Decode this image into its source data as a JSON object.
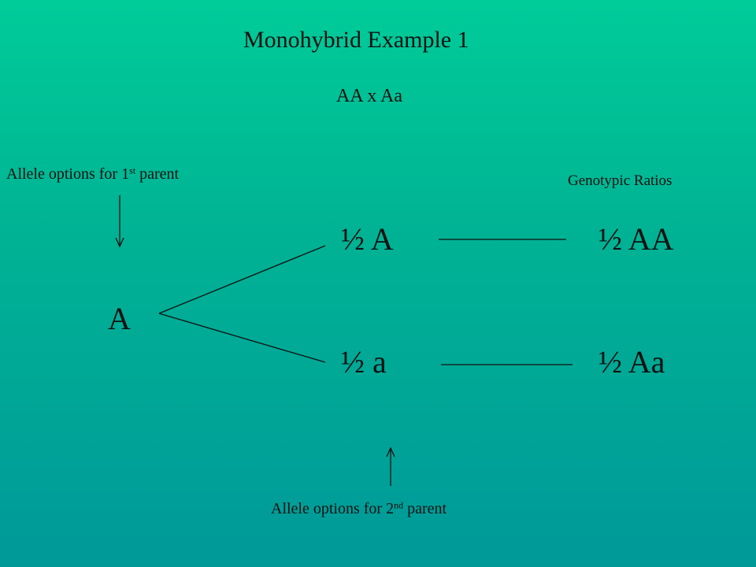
{
  "slide": {
    "title": "Monohybrid  Example  1",
    "cross": "AA x Aa",
    "parent1_note": {
      "before": "Allele options for 1",
      "sup": "st",
      "after": " parent"
    },
    "parent2_note": {
      "before": "Allele options for 2",
      "sup": "nd",
      "after": " parent"
    },
    "genotypic_header": "Genotypic Ratios",
    "root_allele": "A",
    "branches": [
      {
        "allele": "½  A",
        "genotype": "½  AA"
      },
      {
        "allele": "½   a",
        "genotype": "½  Aa"
      }
    ]
  },
  "colors": {
    "gradient_top": "#00cc99",
    "gradient_bottom": "#009999",
    "text": "#111111"
  }
}
